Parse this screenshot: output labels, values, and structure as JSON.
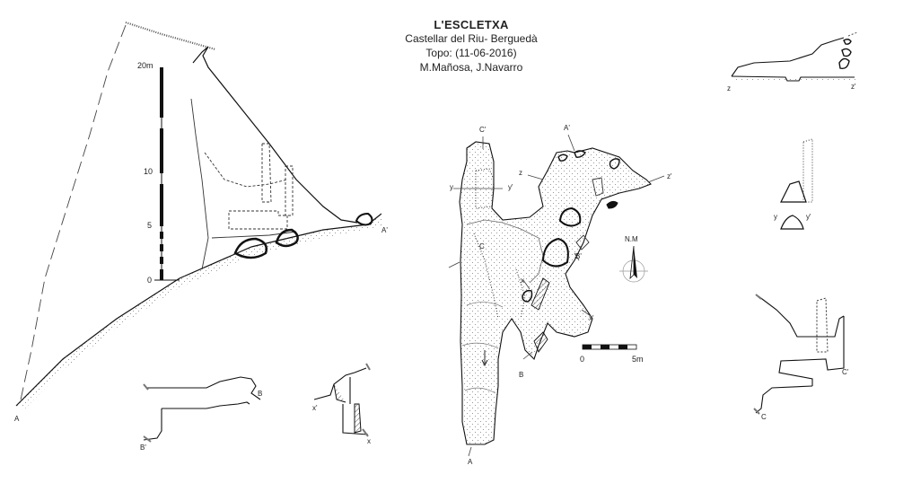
{
  "title": "L'ESCLETXA",
  "location": "Castellar del Riu- Berguedà",
  "topo": "Topo: (11-06-2016)",
  "authors": "M.Mañosa, J.Navarro",
  "profile_scale": {
    "top": "20m",
    "mid": "10",
    "low": "5",
    "zero": "0"
  },
  "plan_scale": {
    "start": "0",
    "end": "5m"
  },
  "north": "N.M",
  "labels": {
    "A": "A",
    "A_prime": "A'",
    "B": "B",
    "B_prime": "B'",
    "C": "C",
    "C_prime": "C'",
    "x": "x",
    "x_prime": "x'",
    "y": "y",
    "y_prime": "y'",
    "z": "z",
    "z_prime": "z'"
  }
}
